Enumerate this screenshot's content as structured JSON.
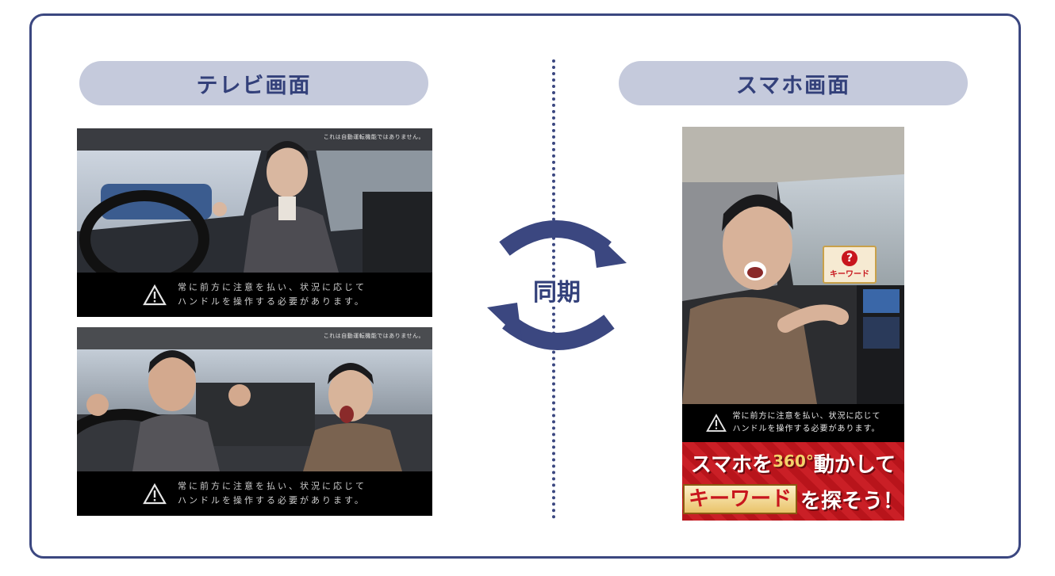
{
  "labels": {
    "tv_screen": "テレビ画面",
    "smartphone_screen": "スマホ画面",
    "sync": "同期"
  },
  "tv_caption": {
    "line1": "常に前方に注意を払い、状況に応じて",
    "line2": "ハンドルを操作する必要があります。"
  },
  "tv_top_note": "これは自動運転機能ではありません。",
  "phone": {
    "caption_line1": "常に前方に注意を払い、状況に応じて",
    "caption_line2": "ハンドルを操作する必要があります。",
    "keyword_badge_icon": "?",
    "keyword_badge_label": "キーワード",
    "banner_part1": "スマホを",
    "banner_degree": "360°",
    "banner_part2": "動かして",
    "banner_keyword": "キーワード",
    "banner_tail": "を探そう！"
  },
  "colors": {
    "accent": "#3b4780",
    "pill_bg": "#c5cadc",
    "banner_red": "#c8161d"
  }
}
